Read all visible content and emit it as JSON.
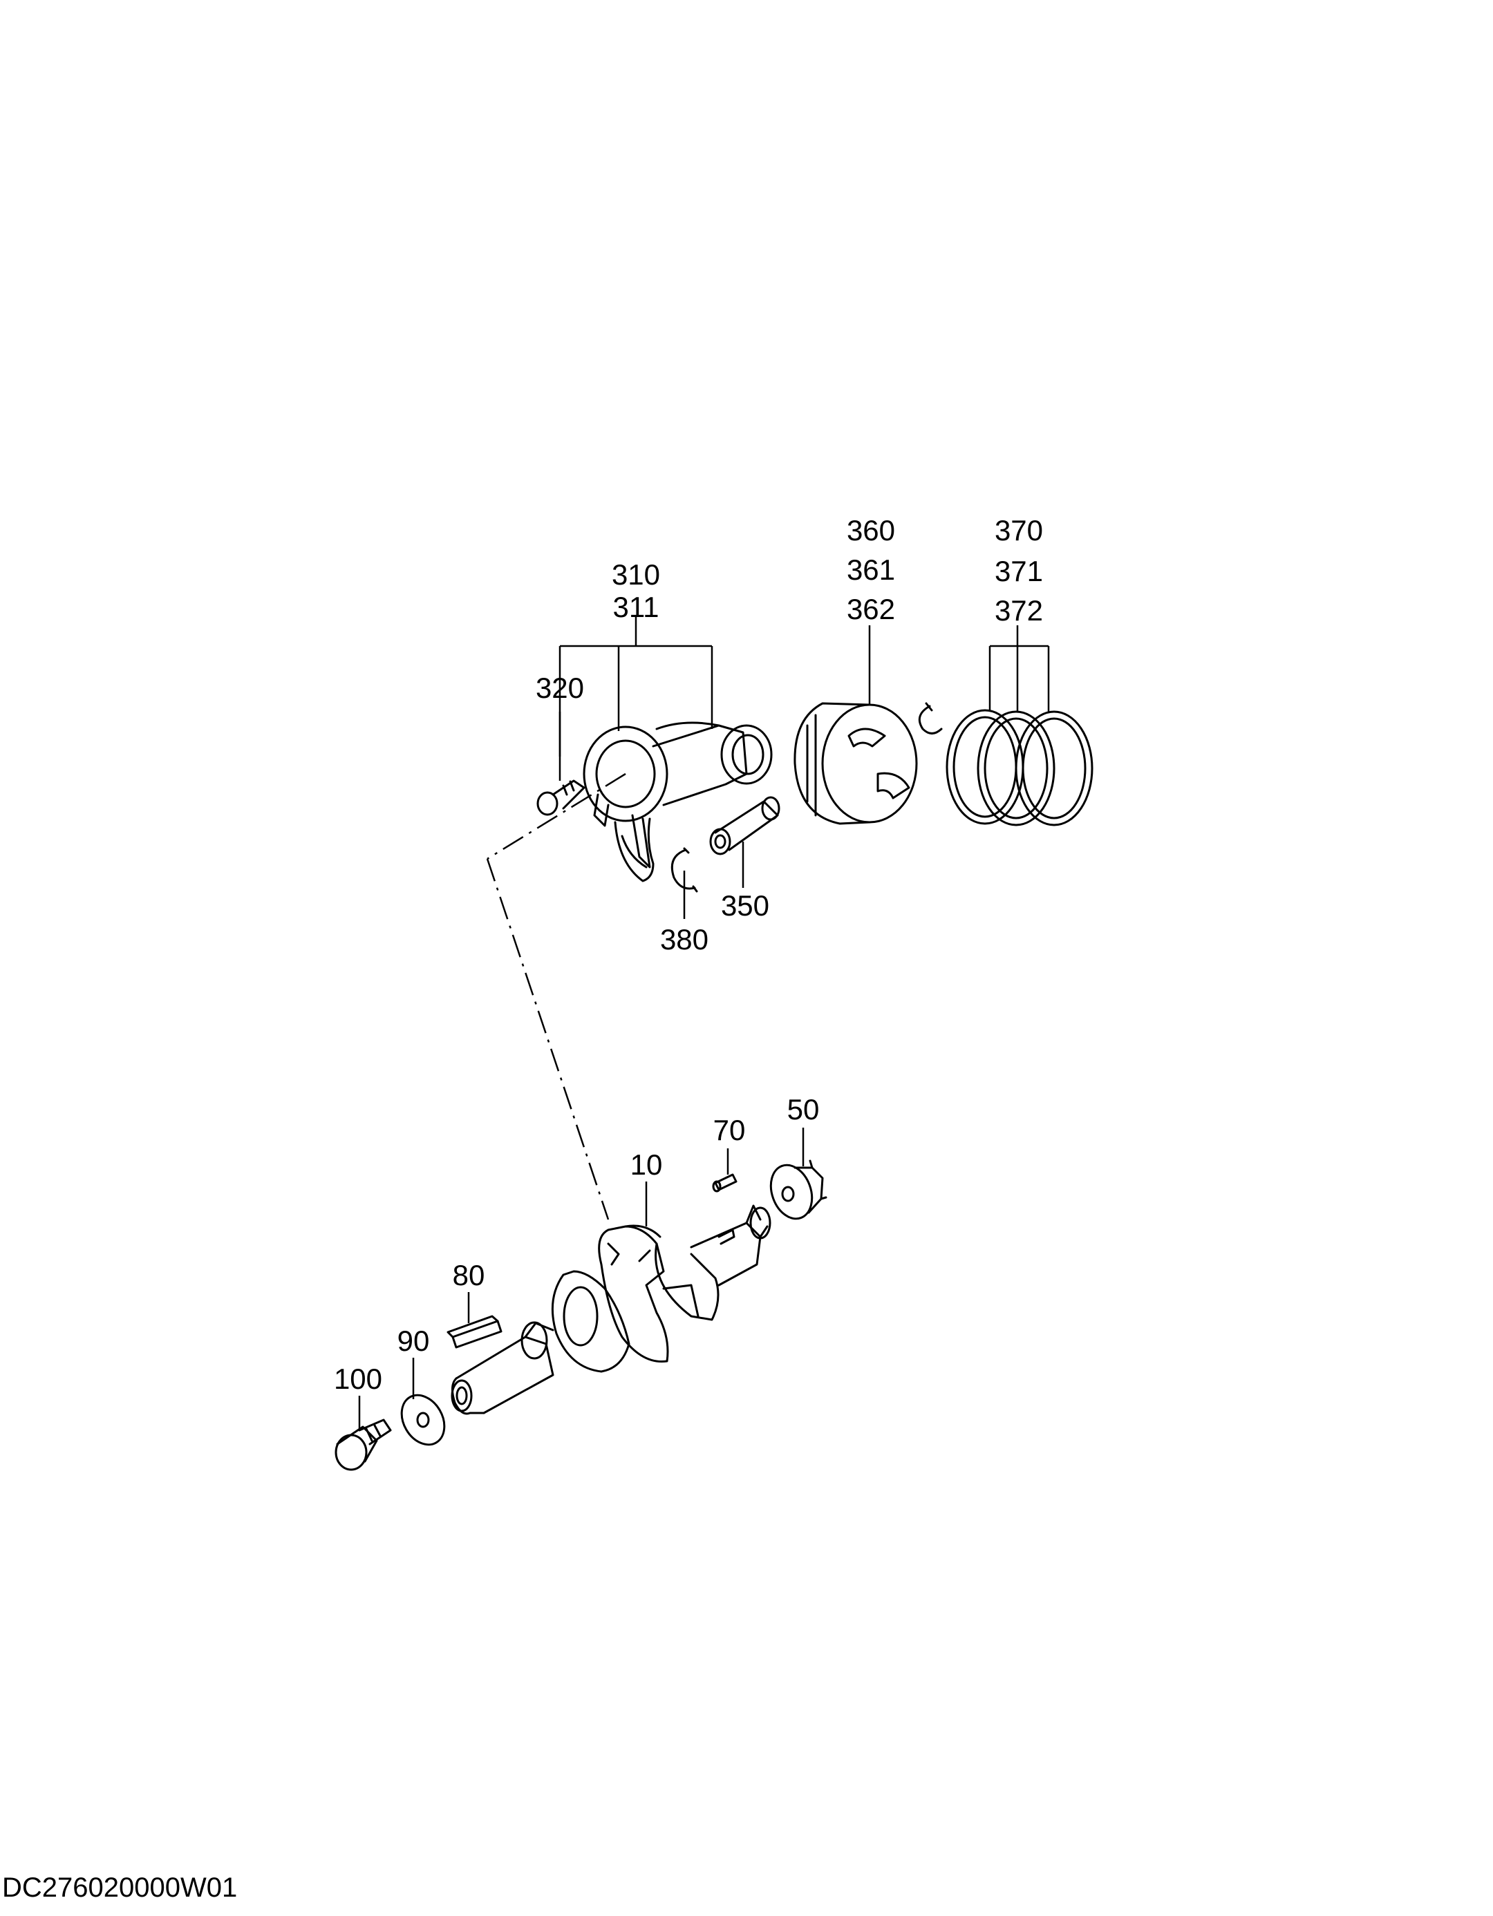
{
  "drawing_code": "DC276020000W01",
  "callouts": [
    {
      "id": "c310",
      "lines": [
        "310",
        "311"
      ]
    },
    {
      "id": "c320",
      "lines": [
        "320"
      ]
    },
    {
      "id": "c360",
      "lines": [
        "360",
        "361",
        "362"
      ]
    },
    {
      "id": "c370",
      "lines": [
        "370",
        "371",
        "372"
      ]
    },
    {
      "id": "c350",
      "lines": [
        "350"
      ]
    },
    {
      "id": "c380",
      "lines": [
        "380"
      ]
    },
    {
      "id": "c70",
      "lines": [
        "70"
      ]
    },
    {
      "id": "c50",
      "lines": [
        "50"
      ]
    },
    {
      "id": "c10",
      "lines": [
        "10"
      ]
    },
    {
      "id": "c80",
      "lines": [
        "80"
      ]
    },
    {
      "id": "c90",
      "lines": [
        "90"
      ]
    },
    {
      "id": "c100",
      "lines": [
        "100"
      ]
    }
  ]
}
